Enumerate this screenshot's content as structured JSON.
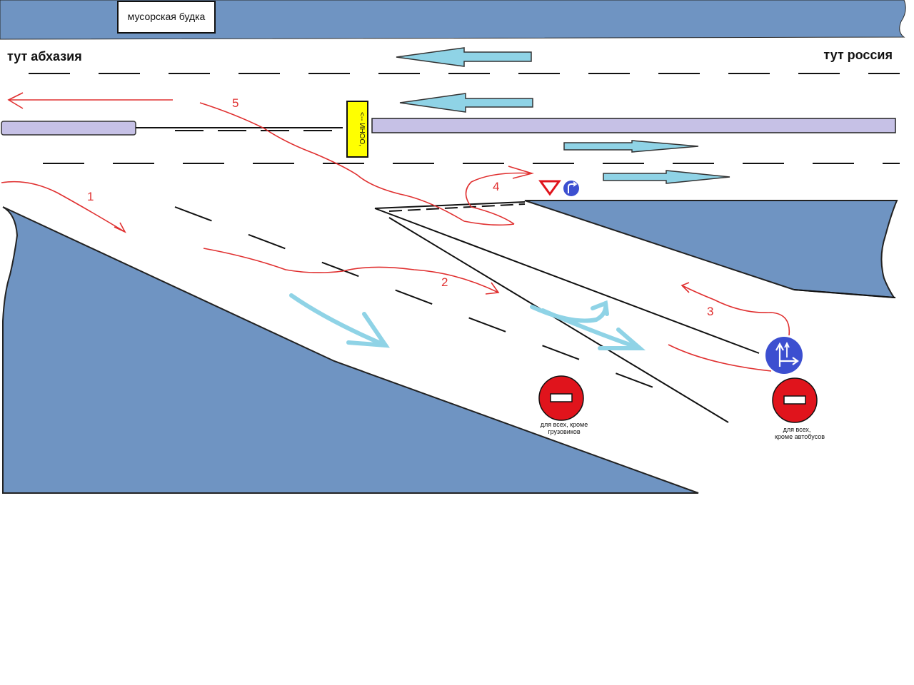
{
  "booth": {
    "label": "мусорская будка"
  },
  "sides": {
    "left": "тут абхазия",
    "right": "тут россия"
  },
  "post_sign": {
    "text": "<-- ИНОО,"
  },
  "routes": [
    {
      "number": "1"
    },
    {
      "number": "2"
    },
    {
      "number": "3"
    },
    {
      "number": "4"
    },
    {
      "number": "5"
    }
  ],
  "no_entry_signs": [
    {
      "caption_line1": "для всех, кроме",
      "caption_line2": "грузовиков"
    },
    {
      "caption_line1": "для всех,",
      "caption_line2": "кроме автобусов"
    }
  ],
  "colors": {
    "ground": "#6f94c2",
    "road": "#ffffff",
    "median": "#c6c1e6",
    "lane_arrow": "#8fd3e6",
    "route_line": "#e03030",
    "sign_red": "#e0141c",
    "sign_blue": "#3c4fd0",
    "post_yellow": "#ffff00"
  }
}
